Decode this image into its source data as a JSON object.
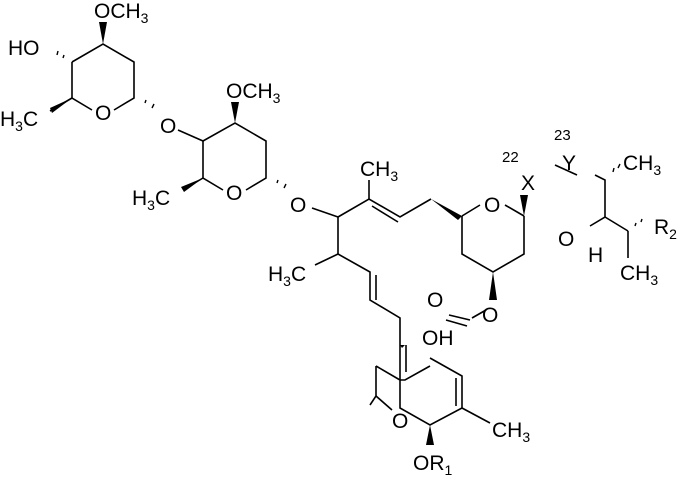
{
  "diagram": {
    "type": "chemical-structure",
    "description": "Avermectin-type macrocyclic lactone with disaccharide (oleandrose) substituent",
    "labels": {
      "sugar1_ome": "OCH",
      "sugar1_ome_sub": "3",
      "sugar1_ho": "HO",
      "sugar1_me": "H",
      "sugar1_me_sub": "3",
      "sugar1_me_c": "C",
      "sugar1_ring_o": "O",
      "glyco_o1": "O",
      "sugar2_ome": "OCH",
      "sugar2_ome_sub": "3",
      "sugar2_me": "H",
      "sugar2_me_sub": "3",
      "sugar2_me_c": "C",
      "sugar2_ring_o": "O",
      "glyco_o2": "O",
      "vinyl_me": "CH",
      "vinyl_me_sub": "3",
      "macro_me": "H",
      "macro_me_sub": "3",
      "macro_me_c": "C",
      "spiro_o1": "O",
      "spiro_o2": "O",
      "pos22": "22",
      "pos23": "23",
      "atom_x": "X",
      "atom_y": "Y",
      "ring_me": "CH",
      "ring_me_sub": "3",
      "r2": "R",
      "r2_sub": "2",
      "h_atom": "H",
      "ethyl_me": "CH",
      "ethyl_me_sub": "3",
      "lactone_o_carbonyl": "O",
      "lactone_o": "O",
      "oh": "OH",
      "furan_o": "O",
      "cyclo_me": "CH",
      "cyclo_me_sub": "3",
      "or1": "OR",
      "or1_sub": "1"
    }
  }
}
